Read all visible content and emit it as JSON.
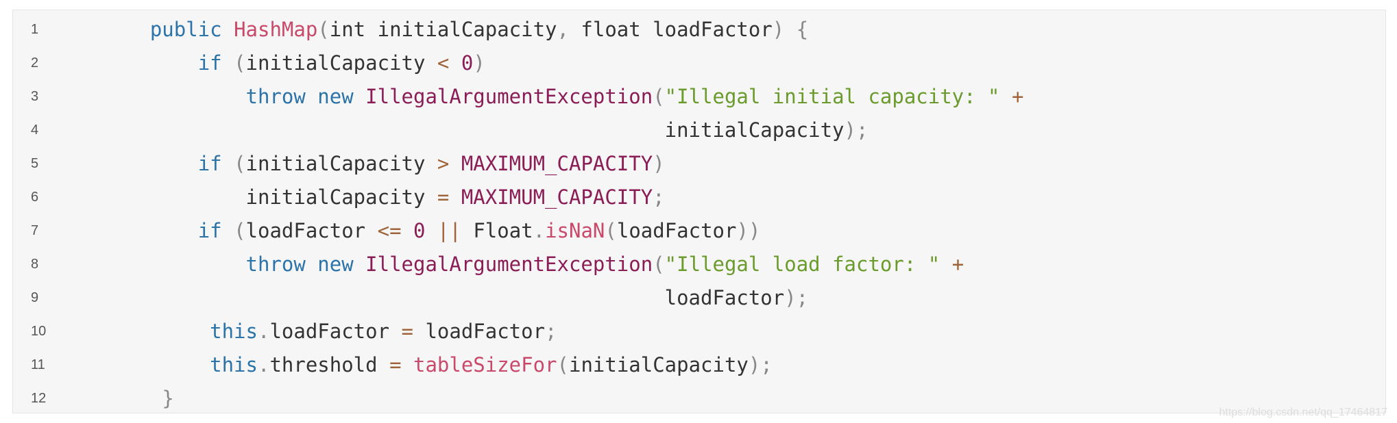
{
  "code": {
    "lines": [
      {
        "no": "1",
        "tokens": [
          {
            "t": "    ",
            "k": "plain"
          },
          {
            "t": "public",
            "k": "kw"
          },
          {
            "t": " ",
            "k": "plain"
          },
          {
            "t": "HashMap",
            "k": "fn"
          },
          {
            "t": "(",
            "k": "punc"
          },
          {
            "t": "int initialCapacity",
            "k": "plain"
          },
          {
            "t": ",",
            "k": "punc"
          },
          {
            "t": " float loadFactor",
            "k": "plain"
          },
          {
            "t": ")",
            "k": "punc"
          },
          {
            "t": " ",
            "k": "plain"
          },
          {
            "t": "{",
            "k": "punc"
          }
        ]
      },
      {
        "no": "2",
        "tokens": [
          {
            "t": "        ",
            "k": "plain"
          },
          {
            "t": "if",
            "k": "kw"
          },
          {
            "t": " ",
            "k": "plain"
          },
          {
            "t": "(",
            "k": "punc"
          },
          {
            "t": "initialCapacity ",
            "k": "plain"
          },
          {
            "t": "<",
            "k": "op"
          },
          {
            "t": " ",
            "k": "plain"
          },
          {
            "t": "0",
            "k": "num"
          },
          {
            "t": ")",
            "k": "punc"
          }
        ]
      },
      {
        "no": "3",
        "tokens": [
          {
            "t": "            ",
            "k": "plain"
          },
          {
            "t": "throw",
            "k": "kw"
          },
          {
            "t": " ",
            "k": "plain"
          },
          {
            "t": "new",
            "k": "kw"
          },
          {
            "t": " ",
            "k": "plain"
          },
          {
            "t": "IllegalArgumentException",
            "k": "cls"
          },
          {
            "t": "(",
            "k": "punc"
          },
          {
            "t": "\"Illegal initial capacity: \"",
            "k": "str"
          },
          {
            "t": " ",
            "k": "plain"
          },
          {
            "t": "+",
            "k": "op"
          }
        ]
      },
      {
        "no": "4",
        "tokens": [
          {
            "t": "                                               ",
            "k": "plain"
          },
          {
            "t": "initialCapacity",
            "k": "plain"
          },
          {
            "t": ");",
            "k": "punc"
          }
        ]
      },
      {
        "no": "5",
        "tokens": [
          {
            "t": "        ",
            "k": "plain"
          },
          {
            "t": "if",
            "k": "kw"
          },
          {
            "t": " ",
            "k": "plain"
          },
          {
            "t": "(",
            "k": "punc"
          },
          {
            "t": "initialCapacity ",
            "k": "plain"
          },
          {
            "t": ">",
            "k": "op"
          },
          {
            "t": " ",
            "k": "plain"
          },
          {
            "t": "MAXIMUM_CAPACITY",
            "k": "cls"
          },
          {
            "t": ")",
            "k": "punc"
          }
        ]
      },
      {
        "no": "6",
        "tokens": [
          {
            "t": "            ",
            "k": "plain"
          },
          {
            "t": "initialCapacity ",
            "k": "plain"
          },
          {
            "t": "=",
            "k": "op"
          },
          {
            "t": " ",
            "k": "plain"
          },
          {
            "t": "MAXIMUM_CAPACITY",
            "k": "cls"
          },
          {
            "t": ";",
            "k": "punc"
          }
        ]
      },
      {
        "no": "7",
        "tokens": [
          {
            "t": "        ",
            "k": "plain"
          },
          {
            "t": "if",
            "k": "kw"
          },
          {
            "t": " ",
            "k": "plain"
          },
          {
            "t": "(",
            "k": "punc"
          },
          {
            "t": "loadFactor ",
            "k": "plain"
          },
          {
            "t": "<=",
            "k": "op"
          },
          {
            "t": " ",
            "k": "plain"
          },
          {
            "t": "0",
            "k": "num"
          },
          {
            "t": " ",
            "k": "plain"
          },
          {
            "t": "||",
            "k": "op"
          },
          {
            "t": " Float",
            "k": "plain"
          },
          {
            "t": ".",
            "k": "punc"
          },
          {
            "t": "isNaN",
            "k": "fn"
          },
          {
            "t": "(",
            "k": "punc"
          },
          {
            "t": "loadFactor",
            "k": "plain"
          },
          {
            "t": "))",
            "k": "punc"
          }
        ]
      },
      {
        "no": "8",
        "tokens": [
          {
            "t": "            ",
            "k": "plain"
          },
          {
            "t": "throw",
            "k": "kw"
          },
          {
            "t": " ",
            "k": "plain"
          },
          {
            "t": "new",
            "k": "kw"
          },
          {
            "t": " ",
            "k": "plain"
          },
          {
            "t": "IllegalArgumentException",
            "k": "cls"
          },
          {
            "t": "(",
            "k": "punc"
          },
          {
            "t": "\"Illegal load factor: \"",
            "k": "str"
          },
          {
            "t": " ",
            "k": "plain"
          },
          {
            "t": "+",
            "k": "op"
          }
        ]
      },
      {
        "no": "9",
        "tokens": [
          {
            "t": "                                               ",
            "k": "plain"
          },
          {
            "t": "loadFactor",
            "k": "plain"
          },
          {
            "t": ");",
            "k": "punc"
          }
        ]
      },
      {
        "no": "10",
        "tokens": [
          {
            "t": "         ",
            "k": "plain"
          },
          {
            "t": "this",
            "k": "kw"
          },
          {
            "t": ".",
            "k": "punc"
          },
          {
            "t": "loadFactor ",
            "k": "plain"
          },
          {
            "t": "=",
            "k": "op"
          },
          {
            "t": " loadFactor",
            "k": "plain"
          },
          {
            "t": ";",
            "k": "punc"
          }
        ]
      },
      {
        "no": "11",
        "tokens": [
          {
            "t": "         ",
            "k": "plain"
          },
          {
            "t": "this",
            "k": "kw"
          },
          {
            "t": ".",
            "k": "punc"
          },
          {
            "t": "threshold ",
            "k": "plain"
          },
          {
            "t": "=",
            "k": "op"
          },
          {
            "t": " ",
            "k": "plain"
          },
          {
            "t": "tableSizeFor",
            "k": "fn"
          },
          {
            "t": "(",
            "k": "punc"
          },
          {
            "t": "initialCapacity",
            "k": "plain"
          },
          {
            "t": ");",
            "k": "punc"
          }
        ]
      },
      {
        "no": "12",
        "tokens": [
          {
            "t": "     ",
            "k": "plain"
          },
          {
            "t": "}",
            "k": "punc"
          }
        ]
      }
    ]
  },
  "watermark": "https://blog.csdn.net/qq_17464817",
  "colors": {
    "background": "#f6f6f6",
    "keyword": "#2b73a8",
    "function": "#c9496b",
    "class_constant": "#8b1d56",
    "string": "#6a9b2c",
    "operator": "#a0643a"
  }
}
